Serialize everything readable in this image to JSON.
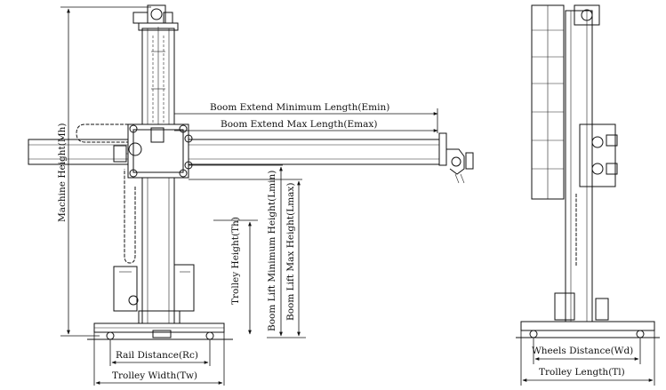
{
  "labels": {
    "boom_extend_min": "Boom Extend Minimum Length(Emin)",
    "boom_extend_max": "Boom Extend Max Length(Emax)",
    "machine_height": "Machine Height(Mh)",
    "trolley_height": "Trolley Height(Th)",
    "boom_lift_min": "Boom Lift Minimum Height(Lmin)",
    "boom_lift_max": "Boom Lift Max Height(Lmax)",
    "rail_distance": "Rail Distance(Rc)",
    "trolley_width": "Trolley Width(Tw)",
    "wheels_distance": "Wheels Distance(Wd)",
    "trolley_length": "Trolley Length(Tl)"
  },
  "colors": {
    "line": "#111111",
    "background": "#ffffff"
  }
}
